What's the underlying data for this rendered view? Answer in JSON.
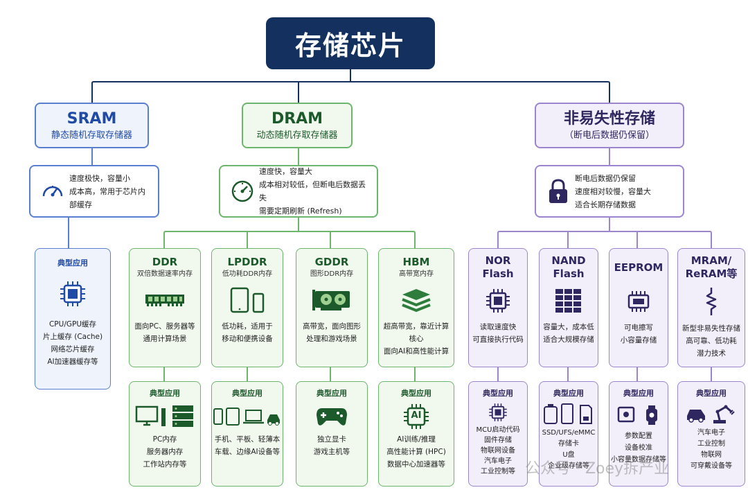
{
  "title": "存储芯片",
  "sram": {
    "title": "SRAM",
    "subtitle": "静态随机存取存储器",
    "features": [
      "速度极快，容量小",
      "成本高，常用于芯片内部缓存"
    ],
    "icon": "speedometer-icon",
    "apps": {
      "heading": "典型应用",
      "items": [
        "CPU/GPU缓存",
        "片上缓存 (Cache)",
        "网络芯片缓存",
        "AI加速器缓存等"
      ],
      "icon": "chip-icon"
    }
  },
  "dram": {
    "title": "DRAM",
    "subtitle": "动态随机存取存储器",
    "features": [
      "速度快，容量大",
      "成本相对较低，但断电后数据丢失",
      "需要定期刷新 (Refresh)"
    ],
    "icon": "speedometer-icon",
    "types": [
      {
        "name": "DDR",
        "sub": "双倍数据速率内存",
        "desc": [
          "面向PC、服务器等",
          "通用计算场景"
        ],
        "icon": "ram-module-icon",
        "apps": {
          "heading": "典型应用",
          "items": [
            "PC内存",
            "服务器内存",
            "工作站内存等"
          ],
          "icon": "desktop-server-icon"
        }
      },
      {
        "name": "LPDDR",
        "sub": "低功耗DDR内存",
        "desc": [
          "低功耗，适用于",
          "移动和便携设备"
        ],
        "icon": "tablet-phone-icon",
        "apps": {
          "heading": "典型应用",
          "items": [
            "手机、平板、轻薄本",
            "车载、边缘AI设备等"
          ],
          "icon": "mobile-devices-icon"
        }
      },
      {
        "name": "GDDR",
        "sub": "图形DDR内存",
        "desc": [
          "高带宽，面向图形",
          "处理和游戏场景"
        ],
        "icon": "graphics-card-icon",
        "apps": {
          "heading": "典型应用",
          "items": [
            "独立显卡",
            "游戏主机等"
          ],
          "icon": "gamepad-icon"
        }
      },
      {
        "name": "HBM",
        "sub": "高带宽内存",
        "desc": [
          "超高带宽，靠近计算核心",
          "面向AI和高性能计算"
        ],
        "icon": "stacked-layers-icon",
        "apps": {
          "heading": "典型应用",
          "items": [
            "AI训练/推理",
            "高性能计算 (HPC)",
            "数据中心加速器等"
          ],
          "icon": "ai-chip-icon",
          "icon_text": "AI"
        }
      }
    ]
  },
  "nvm": {
    "title": "非易失性存储",
    "subtitle": "（断电后数据仍保留）",
    "features": [
      "断电后数据仍保留",
      "速度相对较慢，容量大",
      "适合长期存储数据"
    ],
    "icon": "lock-icon",
    "types": [
      {
        "name": "NOR\nFlash",
        "desc": [
          "读取速度快",
          "可直接执行代码"
        ],
        "icon": "chip-icon",
        "apps": {
          "heading": "典型应用",
          "items": [
            "MCU启动代码",
            "固件存储",
            "物联网设备",
            "汽车电子",
            "工业控制等"
          ],
          "icon": "chip-icon"
        }
      },
      {
        "name": "NAND\nFlash",
        "desc": [
          "容量大，成本低",
          "适合大规模存储"
        ],
        "icon": "memory-grid-icon",
        "apps": {
          "heading": "典型应用",
          "items": [
            "SSD/UFS/eMMC",
            "存储卡",
            "U盘",
            "企业级存储等"
          ],
          "icon": "storage-devices-icon"
        }
      },
      {
        "name": "EEPROM",
        "desc": [
          "可电擦写",
          "小容量存储"
        ],
        "icon": "small-chip-icon",
        "apps": {
          "heading": "典型应用",
          "items": [
            "参数配置",
            "设备校准",
            "小容量数据存储等"
          ],
          "icon": "device-watch-icon"
        }
      },
      {
        "name": "MRAM/\nReRAM等",
        "desc": [
          "新型非易失性存储",
          "高可靠、低功耗",
          "潜力技术"
        ],
        "icon": "resistor-icon",
        "apps": {
          "heading": "典型应用",
          "items": [
            "汽车电子",
            "工业控制",
            "物联网",
            "可穿戴设备等"
          ],
          "icon": "car-robot-arm-icon"
        }
      }
    ]
  },
  "watermark": "公众号 · Zoey拆产业",
  "colors": {
    "navy": "#13305f",
    "blue": "#5b7fd0",
    "green": "#6cb56d",
    "purple": "#9c85cf"
  }
}
